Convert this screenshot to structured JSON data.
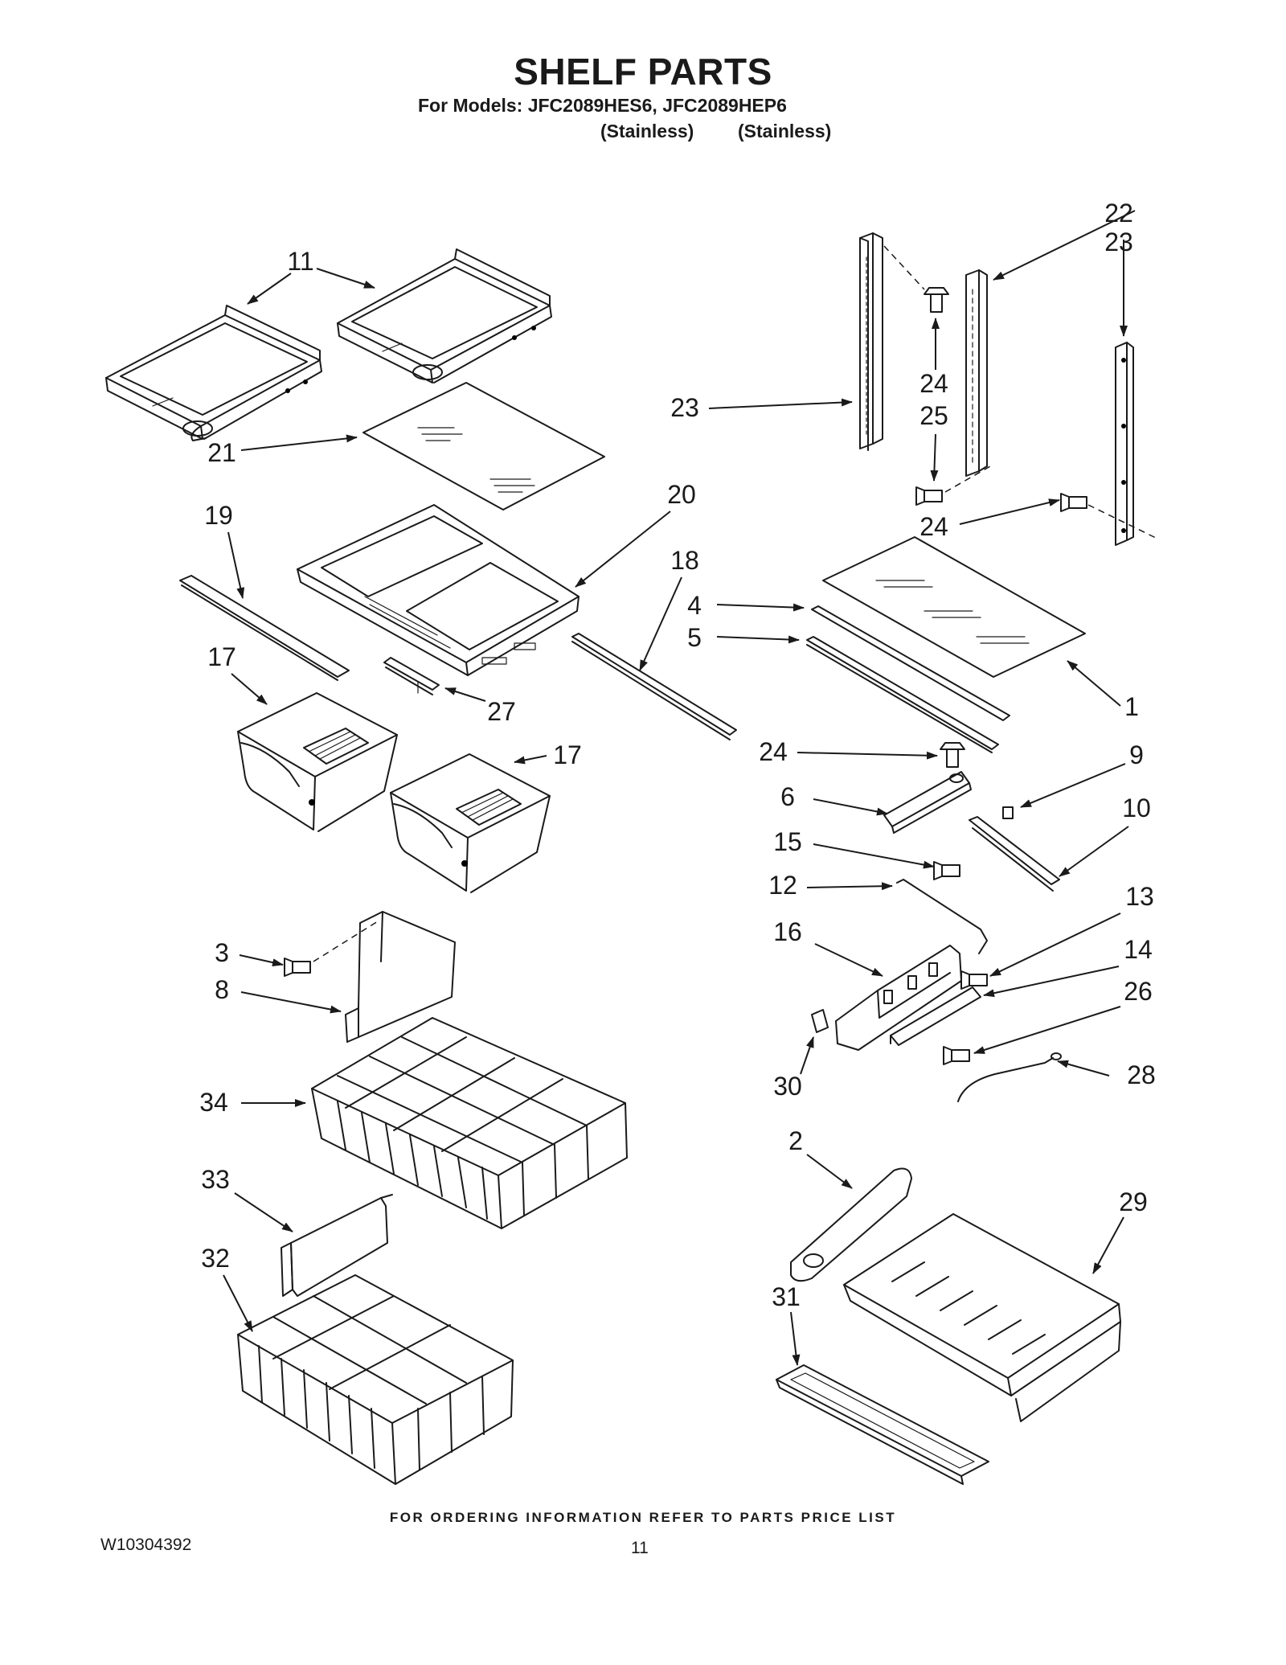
{
  "header": {
    "title": "SHELF PARTS",
    "models_line": "For Models: JFC2089HES6, JFC2089HEP6",
    "finish_1": "(Stainless)",
    "finish_2": "(Stainless)"
  },
  "callouts": {
    "p1": "1",
    "p2": "2",
    "p3": "3",
    "p4": "4",
    "p5": "5",
    "p6": "6",
    "p8": "8",
    "p9": "9",
    "p10": "10",
    "p11": "11",
    "p12": "12",
    "p13": "13",
    "p14": "14",
    "p15": "15",
    "p16": "16",
    "p17a": "17",
    "p17b": "17",
    "p18": "18",
    "p19": "19",
    "p20": "20",
    "p21": "21",
    "p22": "22",
    "p23a": "23",
    "p23b": "23",
    "p24a": "24",
    "p24b": "24",
    "p24c": "24",
    "p25": "25",
    "p26": "26",
    "p27": "27",
    "p28": "28",
    "p29": "29",
    "p30": "30",
    "p31": "31",
    "p32": "32",
    "p33": "33",
    "p34": "34"
  },
  "footer": {
    "ordering_note": "FOR ORDERING INFORMATION REFER TO PARTS PRICE LIST",
    "doc_number": "W10304392",
    "page_number": "11"
  }
}
